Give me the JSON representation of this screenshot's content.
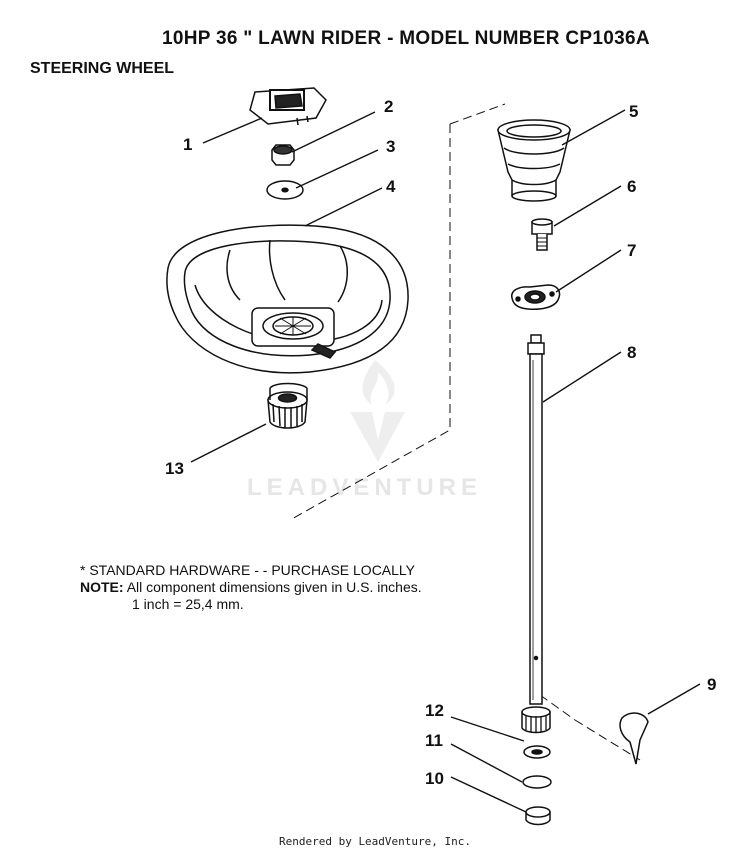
{
  "header": {
    "title": "10HP  36 \" LAWN RIDER  - MODEL NUMBER  CP1036A",
    "section": "STEERING WHEEL"
  },
  "callouts": [
    "1",
    "2",
    "3",
    "4",
    "5",
    "6",
    "7",
    "8",
    "9",
    "10",
    "11",
    "12",
    "13"
  ],
  "notes": {
    "hardware": "* STANDARD HARDWARE  - -  PURCHASE LOCALLY",
    "note_label": "NOTE:",
    "note_text": "All component dimensions given in U.S. inches.",
    "conversion": "1 inch  =  25,4 mm."
  },
  "watermark": "LEADVENTURE",
  "footer": "Rendered by LeadVenture, Inc."
}
